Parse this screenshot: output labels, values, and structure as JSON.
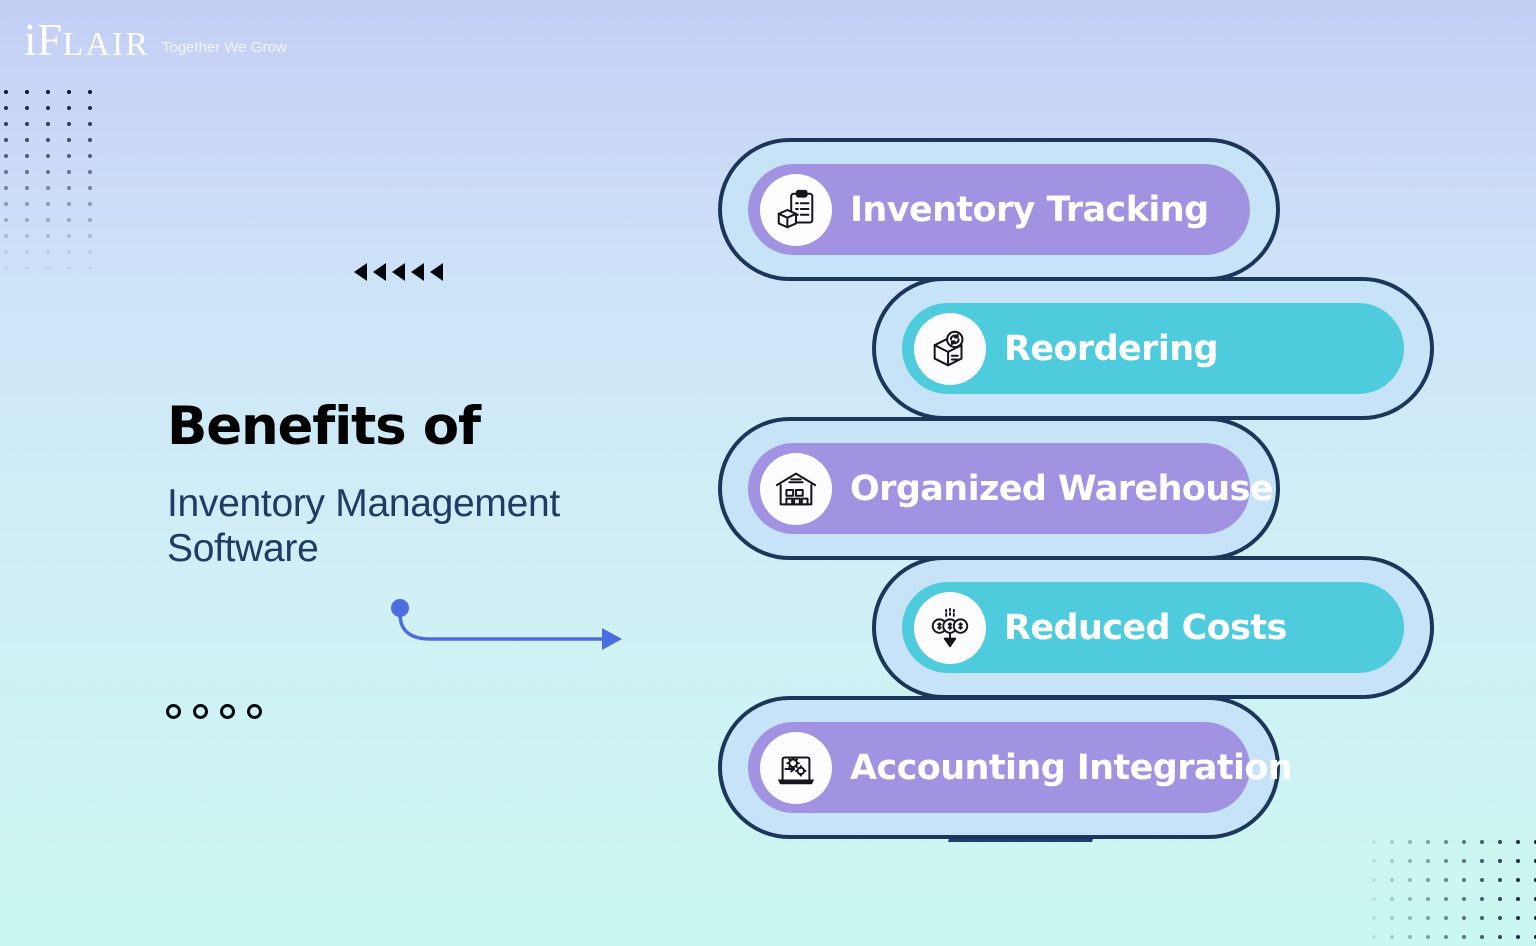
{
  "brand": {
    "logo_main": "iFLAIR",
    "logo_part_1": "i",
    "logo_part_2": "F",
    "logo_part_3": "LAIR",
    "tagline": "Together We Grow"
  },
  "headline": {
    "title": "Benefits of",
    "subtitle": "Inventory Management Software"
  },
  "colors": {
    "purple": "#a193e2",
    "teal": "#4ecbdd",
    "navy_outline": "#1b3659",
    "connector_navy": "#1d3f70",
    "pill_shell": "#c7e3f7",
    "subtitle_navy": "#1f3a63",
    "arrow_blue": "#4a6ee0",
    "background_top": "#c3cdf5",
    "background_bottom": "#caf7f1"
  },
  "decor": {
    "triangles_count": 5,
    "rings_count": 4,
    "triangle_direction": "left",
    "dotgrid_top_left_cols": 5,
    "dotgrid_top_left_rows": 12,
    "dotgrid_bottom_right_cols": 10,
    "dotgrid_bottom_right_rows": 6,
    "arrow_icon": "curved-arrow-right-icon"
  },
  "benefits": [
    {
      "label": "Inventory Tracking",
      "color": "purple",
      "icon": "clipboard-box-icon",
      "align": "left"
    },
    {
      "label": "Reordering",
      "color": "teal",
      "icon": "box-reorder-arrow-icon",
      "align": "right"
    },
    {
      "label": "Organized Warehouse",
      "color": "purple",
      "icon": "warehouse-icon",
      "align": "left"
    },
    {
      "label": "Reduced Costs",
      "color": "teal",
      "icon": "coins-down-arrow-icon",
      "align": "right"
    },
    {
      "label": "Accounting Integration",
      "color": "purple",
      "icon": "laptop-gears-icon",
      "align": "left"
    }
  ]
}
